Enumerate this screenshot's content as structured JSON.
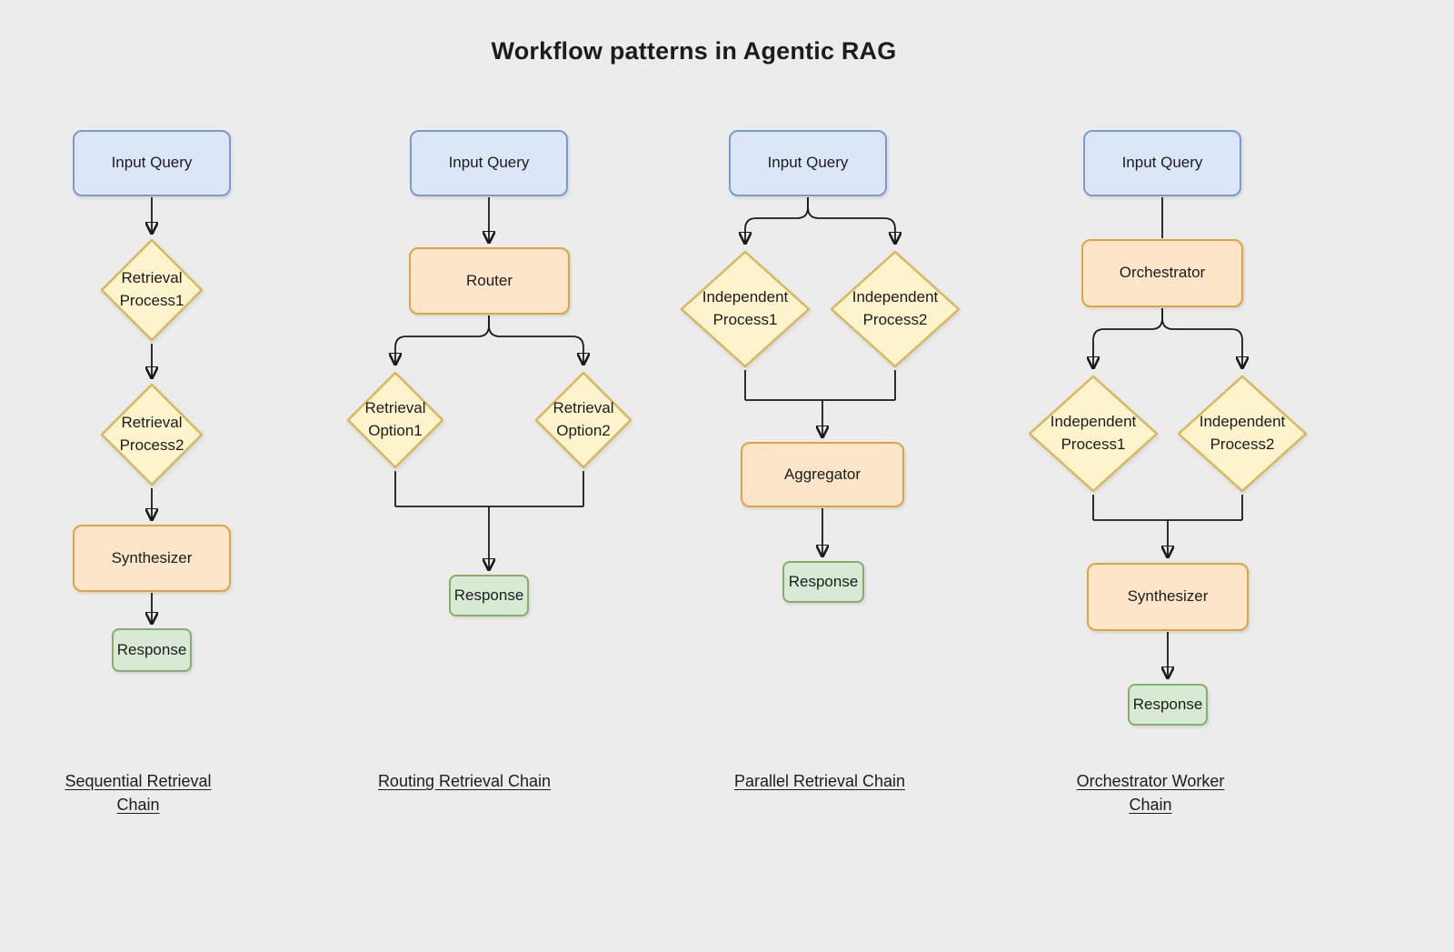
{
  "title": "Workflow patterns in Agentic RAG",
  "patterns": [
    {
      "caption": "Sequential Retrieval Chain",
      "nodes": {
        "input": "Input Query",
        "process1": "Retrieval Process1",
        "process2": "Retrieval Process2",
        "synthesizer": "Synthesizer",
        "response": "Response"
      }
    },
    {
      "caption": "Routing Retrieval Chain",
      "nodes": {
        "input": "Input Query",
        "router": "Router",
        "option1": "Retrieval Option1",
        "option2": "Retrieval Option2",
        "response": "Response"
      }
    },
    {
      "caption": "Parallel Retrieval Chain",
      "nodes": {
        "input": "Input Query",
        "process1": "Independent Process1",
        "process2": "Independent Process2",
        "aggregator": "Aggregator",
        "response": "Response"
      }
    },
    {
      "caption": "Orchestrator Worker Chain",
      "nodes": {
        "input": "Input Query",
        "orchestrator": "Orchestrator",
        "process1": "Independent Process1",
        "process2": "Independent Process2",
        "synthesizer": "Synthesizer",
        "response": "Response"
      }
    }
  ],
  "colors": {
    "background": "#ececec",
    "input_fill": "#dbe6f7",
    "input_stroke": "#7a9bd1",
    "diamond_fill": "#fdf3cd",
    "diamond_stroke": "#d8b65c",
    "agent_fill": "#fce5c8",
    "agent_stroke": "#dfa440",
    "response_fill": "#d8e9d4",
    "response_stroke": "#86ae6a",
    "connector": "#1a1a1a"
  }
}
